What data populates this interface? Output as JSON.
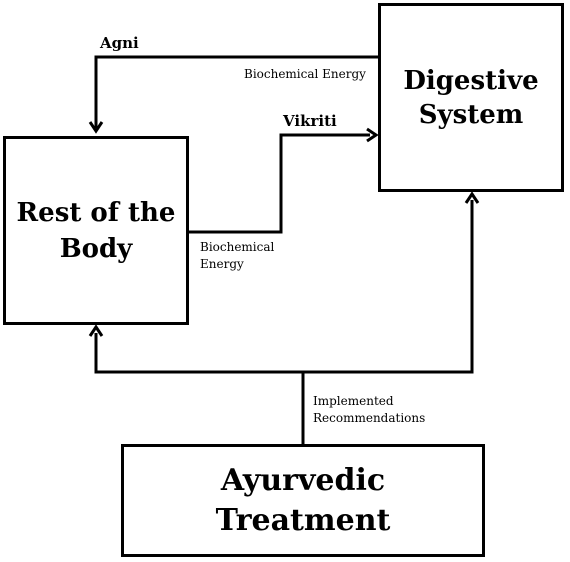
{
  "boxes": {
    "digestive": "Digestive\nSystem",
    "body": "Rest of the\nBody",
    "ayurvedic": "Ayurvedic\nTreatment"
  },
  "labels": {
    "agni": "Agni",
    "vikriti": "Vikriti",
    "biochemical_energy_top": "Biochemical Energy",
    "biochemical_energy_bottom": "Biochemical\nEnergy",
    "implemented_recommendations": "Implemented\nRecommendations"
  }
}
